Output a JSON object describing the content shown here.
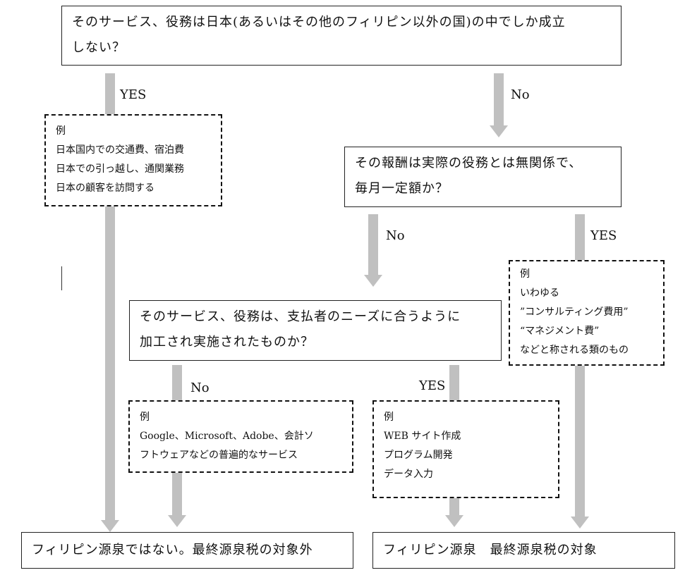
{
  "q1": {
    "lines": [
      "そのサービス、役務は日本(あるいはその他のフィリピン以外の国)の中でしか成立",
      "しない？"
    ]
  },
  "q2": {
    "lines": [
      "その報酬は実際の役務とは無関係で、",
      "毎月一定額か？"
    ]
  },
  "q3": {
    "lines": [
      "そのサービス、役務は、支払者のニーズに合うように",
      "加工され実施されたものか？"
    ]
  },
  "labels": {
    "q1_yes": "YES",
    "q1_no": "No",
    "q2_no": "No",
    "q2_yes": "YES",
    "q3_no": "No",
    "q3_yes": "YES"
  },
  "ex1": {
    "title": "例",
    "lines": [
      "日本国内での交通費、宿泊費",
      "日本での引っ越し、通関業務",
      "日本の顧客を訪問する"
    ]
  },
  "ex2": {
    "title": "例",
    "lines": [
      "いわゆる",
      "”コンサルティング費用”",
      "“マネジメント費”",
      "などと称される類のもの"
    ]
  },
  "ex3": {
    "title": "例",
    "lines": [
      "Google、Microsoft、Adobe、会計ソ",
      "フトウェアなどの普遍的なサービス"
    ]
  },
  "ex4": {
    "title": "例",
    "lines": [
      "WEB サイト作成",
      "プログラム開発",
      "データ入力"
    ]
  },
  "results": {
    "not_source": "フィリピン源泉ではない。最終源泉税の対象外",
    "source": "フィリピン源泉　最終源泉税の対象"
  },
  "colors": {
    "arrow": "#c0c0c0",
    "border": "#222222"
  }
}
